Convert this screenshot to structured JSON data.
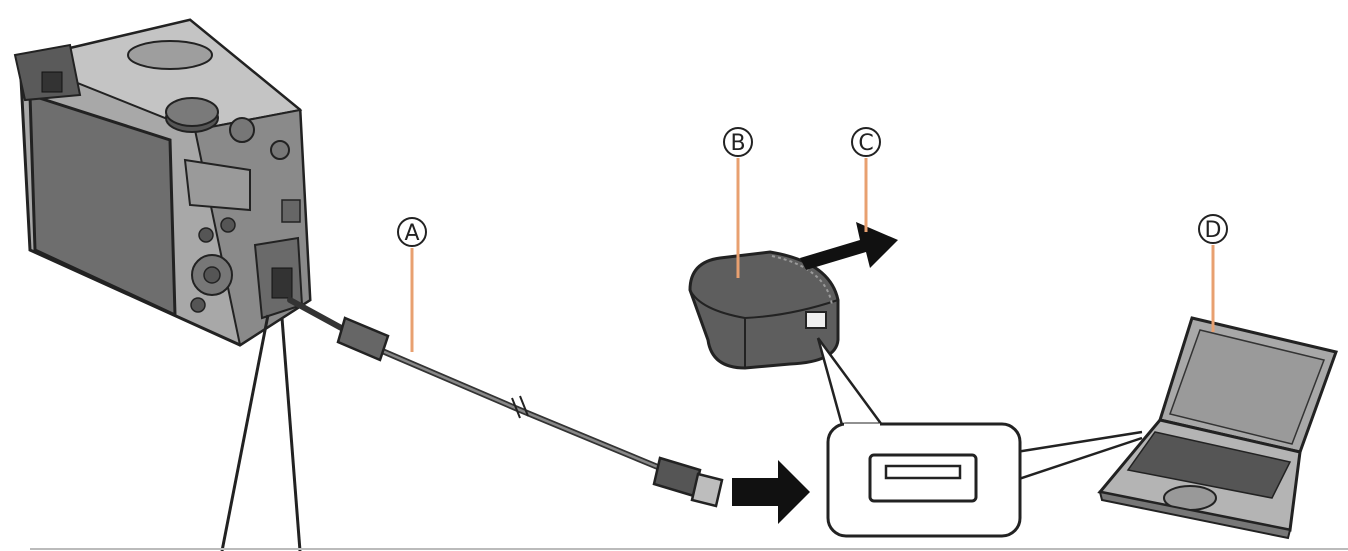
{
  "callouts": {
    "a": "A",
    "b": "B",
    "c": "C",
    "d": "D"
  },
  "colors": {
    "leader_line": "#e8a070",
    "outline": "#222222",
    "camera_body": "#9a9a9a",
    "camera_dark": "#4a4a4a",
    "adapter": "#5a5a5a",
    "arrow": "#111111"
  },
  "icons": [
    "camera",
    "usb-cable",
    "ac-adapter",
    "usb-port-magnifier",
    "laptop",
    "insert-arrow"
  ]
}
